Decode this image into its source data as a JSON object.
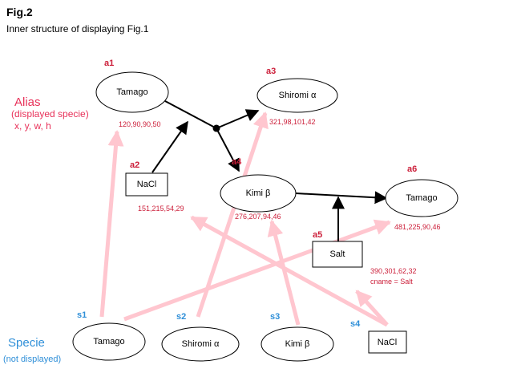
{
  "header": {
    "title": "Fig.2",
    "subtitle": "Inner structure of displaying  Fig.1"
  },
  "legend": {
    "alias_title": "Alias",
    "alias_line1": "(displayed specie)",
    "alias_line2": "x, y, w, h",
    "specie_title": "Specie",
    "specie_note": "(not displayed)"
  },
  "colors": {
    "alias_red": "#cc1f3a",
    "alias_pink": "#e8325a",
    "specie_blue": "#2f8fd8",
    "pink_arrow": "#ffc6cf"
  },
  "aliases": {
    "a1": {
      "tag": "a1",
      "label": "Tamago",
      "coords": "120,90,90,50"
    },
    "a2": {
      "tag": "a2",
      "label": "NaCl",
      "coords": "151,215,54,29"
    },
    "a3": {
      "tag": "a3",
      "label": "Shiromi α",
      "coords": "321,98,101,42"
    },
    "a4": {
      "tag": "a4",
      "label": "Kimi β",
      "coords": "276,207,94,46"
    },
    "a5": {
      "tag": "a5",
      "label": "Salt",
      "coords": "390,301,62,32",
      "cname": "cname = Salt"
    },
    "a6": {
      "tag": "a6",
      "label": "Tamago",
      "coords": "481,225,90,46"
    }
  },
  "species": {
    "s1": {
      "tag": "s1",
      "label": "Tamago"
    },
    "s2": {
      "tag": "s2",
      "label": "Shiromi α"
    },
    "s3": {
      "tag": "s3",
      "label": "Kimi β"
    },
    "s4": {
      "tag": "s4",
      "label": "NaCl"
    }
  }
}
